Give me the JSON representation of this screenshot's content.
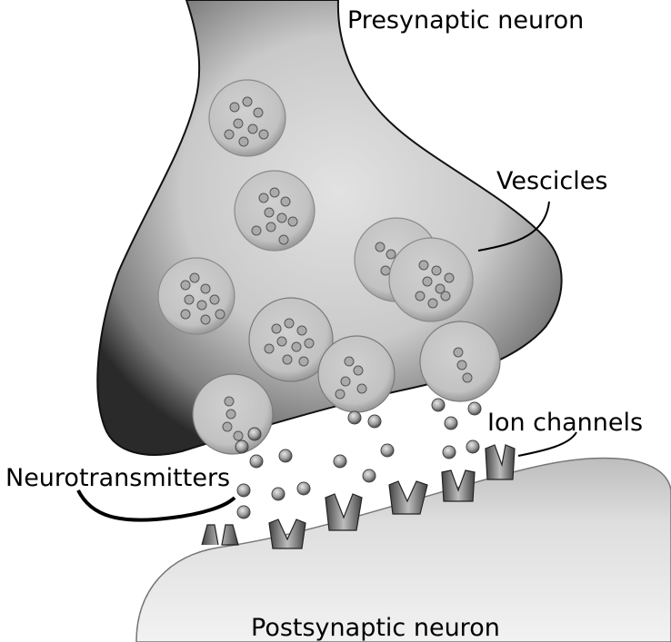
{
  "labels": {
    "presynaptic": "Presynaptic neuron",
    "vesicles": "Vescicles",
    "ion_channels": "Ion channels",
    "neurotransmitters": "Neurotransmitters",
    "postsynaptic": "Postsynaptic neuron"
  },
  "colors": {
    "background": "#ffffff",
    "neuron_light": "#dcdcdc",
    "neuron_dark": "#1a1a1a",
    "vesicle": "#c8c8c8",
    "molecule": "#9a9a9a"
  }
}
